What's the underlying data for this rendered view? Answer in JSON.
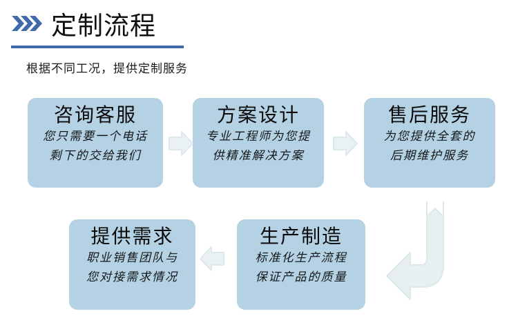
{
  "header": {
    "icon": "triple-chevron-right-icon",
    "title": "定制流程",
    "accent_color": "#3f6ba8",
    "subtitle": "根据不同工况，提供定制服务"
  },
  "theme": {
    "box_fill": "#b4d2e3",
    "arrow_fill": "#e4edf0",
    "arrow_stroke": "#d2e0e6",
    "title_color": "#101010"
  },
  "flow": {
    "steps": [
      {
        "id": "step-1",
        "title": "咨询客服",
        "lines": [
          "您只需要一个电话",
          "剩下的交给我们"
        ]
      },
      {
        "id": "step-2",
        "title": "方案设计",
        "lines": [
          "专业工程师为您提",
          "供精准解决方案"
        ]
      },
      {
        "id": "step-3",
        "title": "售后服务",
        "lines": [
          "为您提供全套的",
          "后期维护服务"
        ]
      },
      {
        "id": "step-4",
        "title": "提供需求",
        "lines": [
          "职业销售团队与",
          "您对接需求情况"
        ]
      },
      {
        "id": "step-5",
        "title": "生产制造",
        "lines": [
          "标准化生产流程",
          "保证产品的质量"
        ]
      }
    ],
    "connectors": [
      {
        "id": "connector-1",
        "direction": "right",
        "from": "step-1",
        "to": "step-2"
      },
      {
        "id": "connector-2",
        "direction": "right",
        "from": "step-2",
        "to": "step-3"
      },
      {
        "id": "connector-3",
        "direction": "left",
        "from": "step-5",
        "to": "step-4"
      },
      {
        "id": "connector-4",
        "direction": "u-turn-down-left",
        "from": "step-3",
        "to": "step-5"
      }
    ]
  }
}
